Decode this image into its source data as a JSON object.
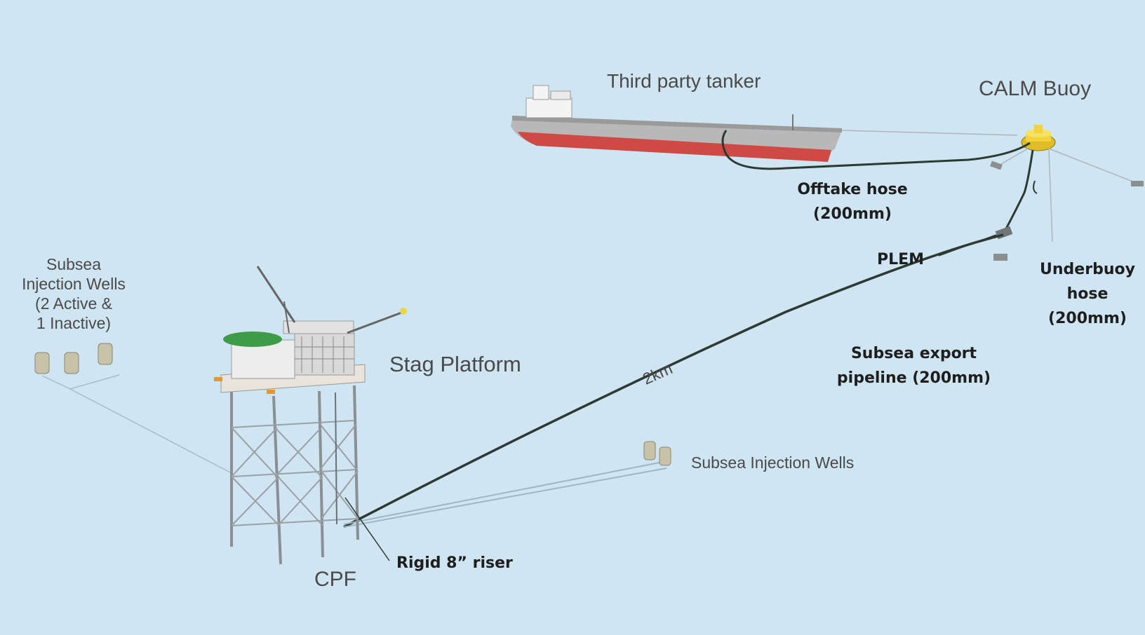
{
  "labels": {
    "tanker": "Third party tanker",
    "buoy": "CALM Buoy",
    "offtake_hose": [
      "Offtake hose",
      "(200mm)"
    ],
    "plem": "PLEM",
    "underbuoy_hose": [
      "Underbuoy",
      "hose",
      "(200mm)"
    ],
    "export_pipeline": [
      "Subsea export",
      "pipeline (200mm)"
    ],
    "distance": "2km",
    "platform": "Stag Platform",
    "wells_left": [
      "Subsea",
      "Injection Wells",
      "(2 Active &",
      "1 Inactive)"
    ],
    "wells_right": "Subsea Injection Wells",
    "riser": "Rigid 8” riser",
    "cpf": "CPF"
  },
  "colors": {
    "background": "#cfe5f2",
    "hull_red": "#cf4a44",
    "hull_grey": "#8a8a8a",
    "helideck": "#3e9b47",
    "buoy": "#f2d43a",
    "pipeline": "#2d3a34"
  }
}
